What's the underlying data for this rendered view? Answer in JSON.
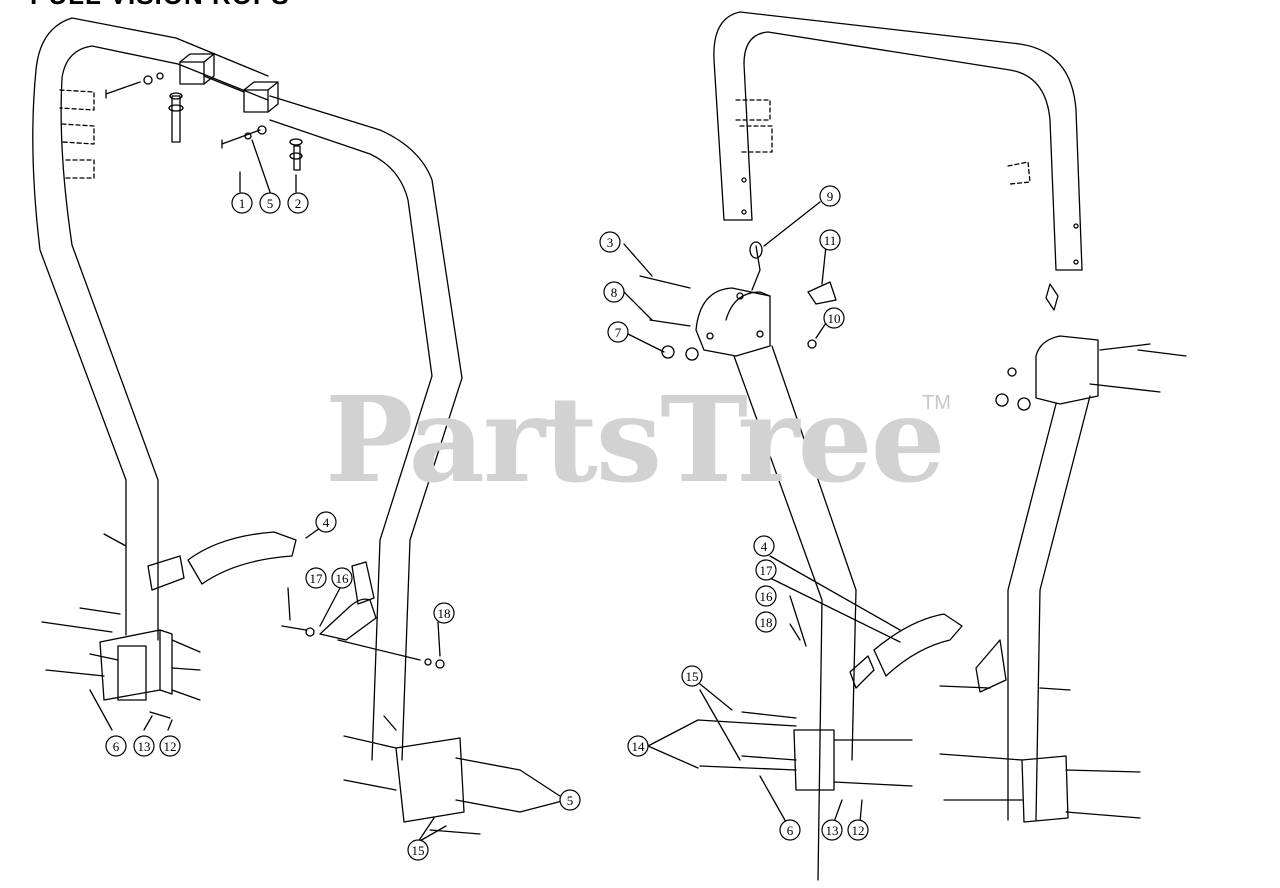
{
  "title": "PULL VISION ROPS",
  "watermark": {
    "text": "PartsTree",
    "tm": "TM"
  },
  "callouts_left": [
    "1",
    "5",
    "2",
    "4",
    "17",
    "16",
    "18",
    "6",
    "13",
    "12",
    "5",
    "15"
  ],
  "callouts_right": [
    "9",
    "3",
    "11",
    "8",
    "10",
    "7",
    "4",
    "17",
    "16",
    "18",
    "15",
    "14",
    "6",
    "13",
    "12"
  ]
}
